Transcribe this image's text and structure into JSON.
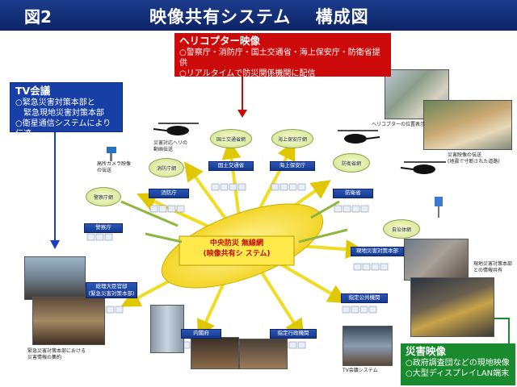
{
  "header": {
    "figure_no": "図2",
    "title": "映像共有システム　 構成図"
  },
  "helicopter": {
    "title": "ヘリコプター映像",
    "lines": [
      "○警察庁・消防庁・国土交通省・海上保安庁・防衛省提供",
      "○リアルタイムで防災関係機関に配信"
    ]
  },
  "tv_conf": {
    "title": "TV会議",
    "lines": [
      "○緊急災害対策本部と",
      "　緊急現地災害対策本部",
      "○衛星通信システムにより伝達"
    ]
  },
  "disaster": {
    "title": "災害映像",
    "lines": [
      "○政府調査団などの現地映像",
      "○大型ディスプレイLAN端末"
    ]
  },
  "core": {
    "line1": "中央防災 無線網",
    "line2": "(映像共有シ ステム)"
  },
  "networks": {
    "police": "警察庁網",
    "fire": "消防庁網",
    "mlit": "国土交通省網",
    "coast": "海上保安庁網",
    "defense": "防衛省網",
    "local": "自治体網"
  },
  "agencies": {
    "police": "警察庁",
    "fire": "消防庁",
    "mlit": "国土交通省",
    "coast": "海上保安庁",
    "defense": "防衛省",
    "onsite": "現地災害対策本部",
    "kantei_line1": "総理大臣官邸",
    "kantei_line2": "(緊急災害対策本部)",
    "cabinet": "内閣府",
    "admin": "指定行政機関",
    "public": "指定公共機関"
  },
  "captions": {
    "heli_video": "災害対応ヘリの動画伝送",
    "highcam": "高所カメラ映像の伝送",
    "heli_position": "ヘリコプターの位置表示",
    "disaster_video": "災害映像の伝送",
    "disaster_video_sub": "(地震で寸断された道路)",
    "onsite_share": "現地災害対策本部との情報共有",
    "hq_info_line1": "緊急災害対策本部における",
    "hq_info_line2": "災害情報の集約",
    "tv_system": "TV会議システム"
  }
}
